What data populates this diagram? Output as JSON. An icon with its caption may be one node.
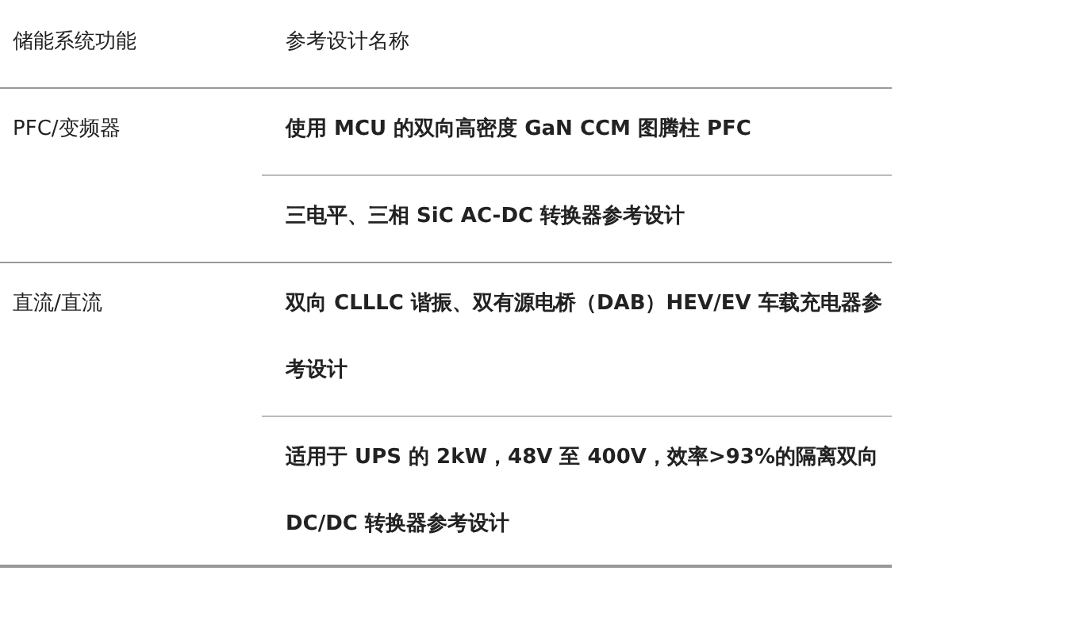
{
  "diagram": {
    "labels": [
      "储能系统功能",
      "参考设计名称",
      "PFC/变频器",
      "使用 MCU 的双向高密度 GaN CCM 图腾柱 PFC",
      "三电平、三相 SiC AC-DC 转换器参考设计",
      "直流/直流",
      "双向 CLLLC 谐振、双有源电桥（DAB）HEV/EV 车载充电器参考设计",
      "适用于 UPS 的 2kW，48V 至 400V，效率>93%的隔离双向 DC/DC 转换器参考设计"
    ]
  }
}
